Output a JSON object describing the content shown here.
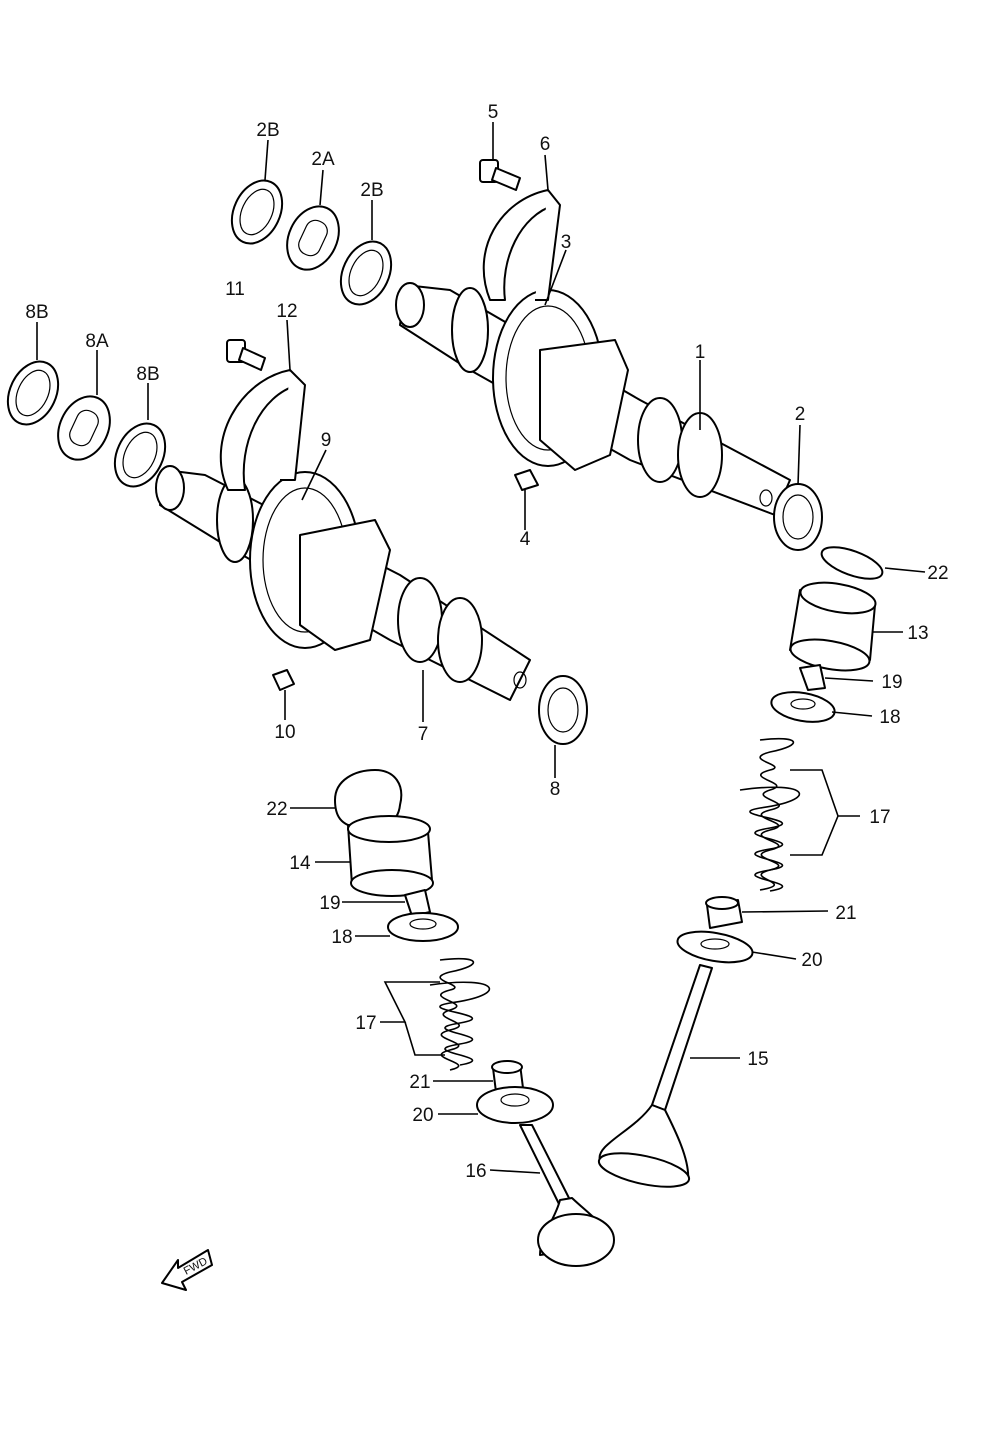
{
  "diagram": {
    "labels": [
      {
        "id": "1",
        "text": "1"
      },
      {
        "id": "2",
        "text": "2"
      },
      {
        "id": "2A",
        "text": "2A"
      },
      {
        "id": "2B-a",
        "text": "2B"
      },
      {
        "id": "2B-b",
        "text": "2B"
      },
      {
        "id": "3",
        "text": "3"
      },
      {
        "id": "4",
        "text": "4"
      },
      {
        "id": "5",
        "text": "5"
      },
      {
        "id": "6",
        "text": "6"
      },
      {
        "id": "7",
        "text": "7"
      },
      {
        "id": "8",
        "text": "8"
      },
      {
        "id": "8A",
        "text": "8A"
      },
      {
        "id": "8B-a",
        "text": "8B"
      },
      {
        "id": "8B-b",
        "text": "8B"
      },
      {
        "id": "9",
        "text": "9"
      },
      {
        "id": "10",
        "text": "10"
      },
      {
        "id": "11",
        "text": "11"
      },
      {
        "id": "12",
        "text": "12"
      },
      {
        "id": "13",
        "text": "13"
      },
      {
        "id": "14",
        "text": "14"
      },
      {
        "id": "15",
        "text": "15"
      },
      {
        "id": "16",
        "text": "16"
      },
      {
        "id": "17-r",
        "text": "17"
      },
      {
        "id": "17-l",
        "text": "17"
      },
      {
        "id": "18-r",
        "text": "18"
      },
      {
        "id": "18-l",
        "text": "18"
      },
      {
        "id": "19-r",
        "text": "19"
      },
      {
        "id": "19-l",
        "text": "19"
      },
      {
        "id": "20-r",
        "text": "20"
      },
      {
        "id": "20-l",
        "text": "20"
      },
      {
        "id": "21-r",
        "text": "21"
      },
      {
        "id": "21-l",
        "text": "21"
      },
      {
        "id": "22-r",
        "text": "22"
      },
      {
        "id": "22-l",
        "text": "22"
      }
    ],
    "fwd_arrow_text": "FWD"
  }
}
